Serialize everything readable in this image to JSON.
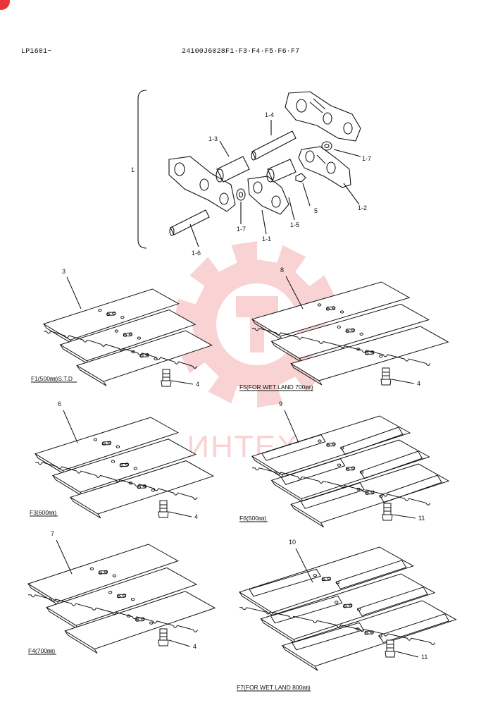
{
  "header": {
    "model": "LP1601~",
    "part_number": "24100J6028F1·F3·F4·F5·F6·F7"
  },
  "watermark": {
    "text": "ИНТЕХ",
    "color": "#e8353a"
  },
  "colors": {
    "line": "#111111",
    "corner_badge": "#e8353a"
  },
  "assembly": {
    "group_label": "1",
    "callouts": [
      "1-1",
      "1-2",
      "1-3",
      "1-4",
      "1-5",
      "1-6",
      "1-7",
      "1-7",
      "5"
    ]
  },
  "variants": [
    {
      "ref": "3",
      "bolt": "4",
      "caption": "F1(500㎜)S.T.D"
    },
    {
      "ref": "8",
      "bolt": "4",
      "caption": "F5(FOR WET LAND 700㎜)"
    },
    {
      "ref": "6",
      "bolt": "4",
      "caption": "F3(600㎜)"
    },
    {
      "ref": "9",
      "bolt": "11",
      "caption": "F6(500㎜)"
    },
    {
      "ref": "7",
      "bolt": "4",
      "caption": "F4(700㎜)"
    },
    {
      "ref": "10",
      "bolt": "11",
      "caption": "F7(FOR WET LAND 800㎜)"
    }
  ]
}
